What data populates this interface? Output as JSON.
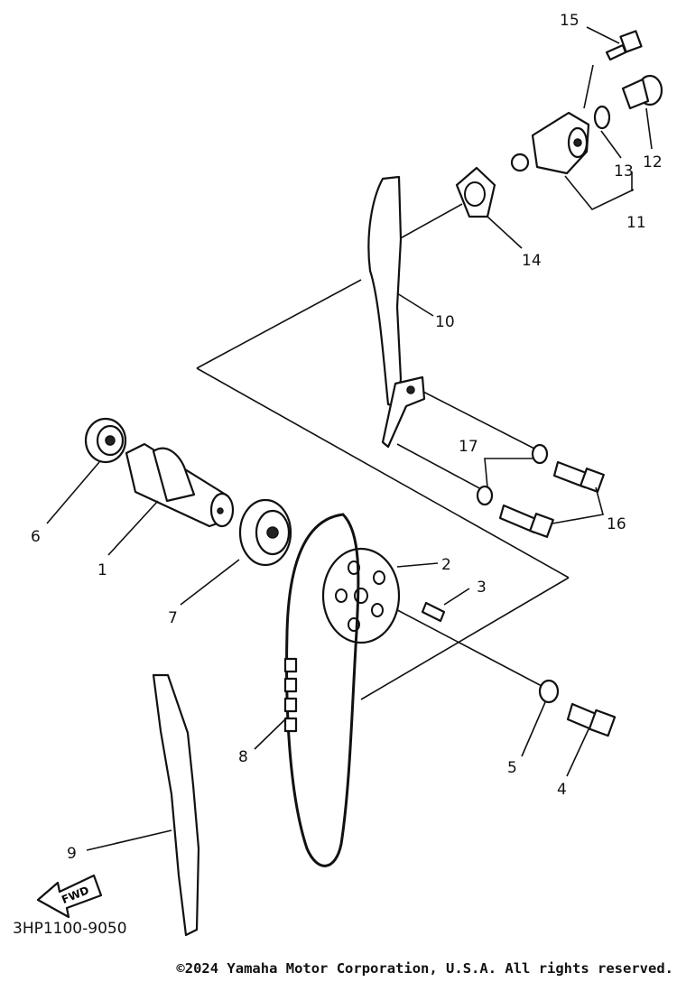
{
  "diagram": {
    "part_code": "3HP1100-9050",
    "fwd_label": "FWD",
    "copyright": "©2024 Yamaha Motor Corporation, U.S.A. All rights reserved.",
    "callouts": [
      "1",
      "2",
      "3",
      "4",
      "5",
      "6",
      "7",
      "8",
      "9",
      "10",
      "11",
      "12",
      "13",
      "14",
      "15",
      "16",
      "17"
    ]
  }
}
